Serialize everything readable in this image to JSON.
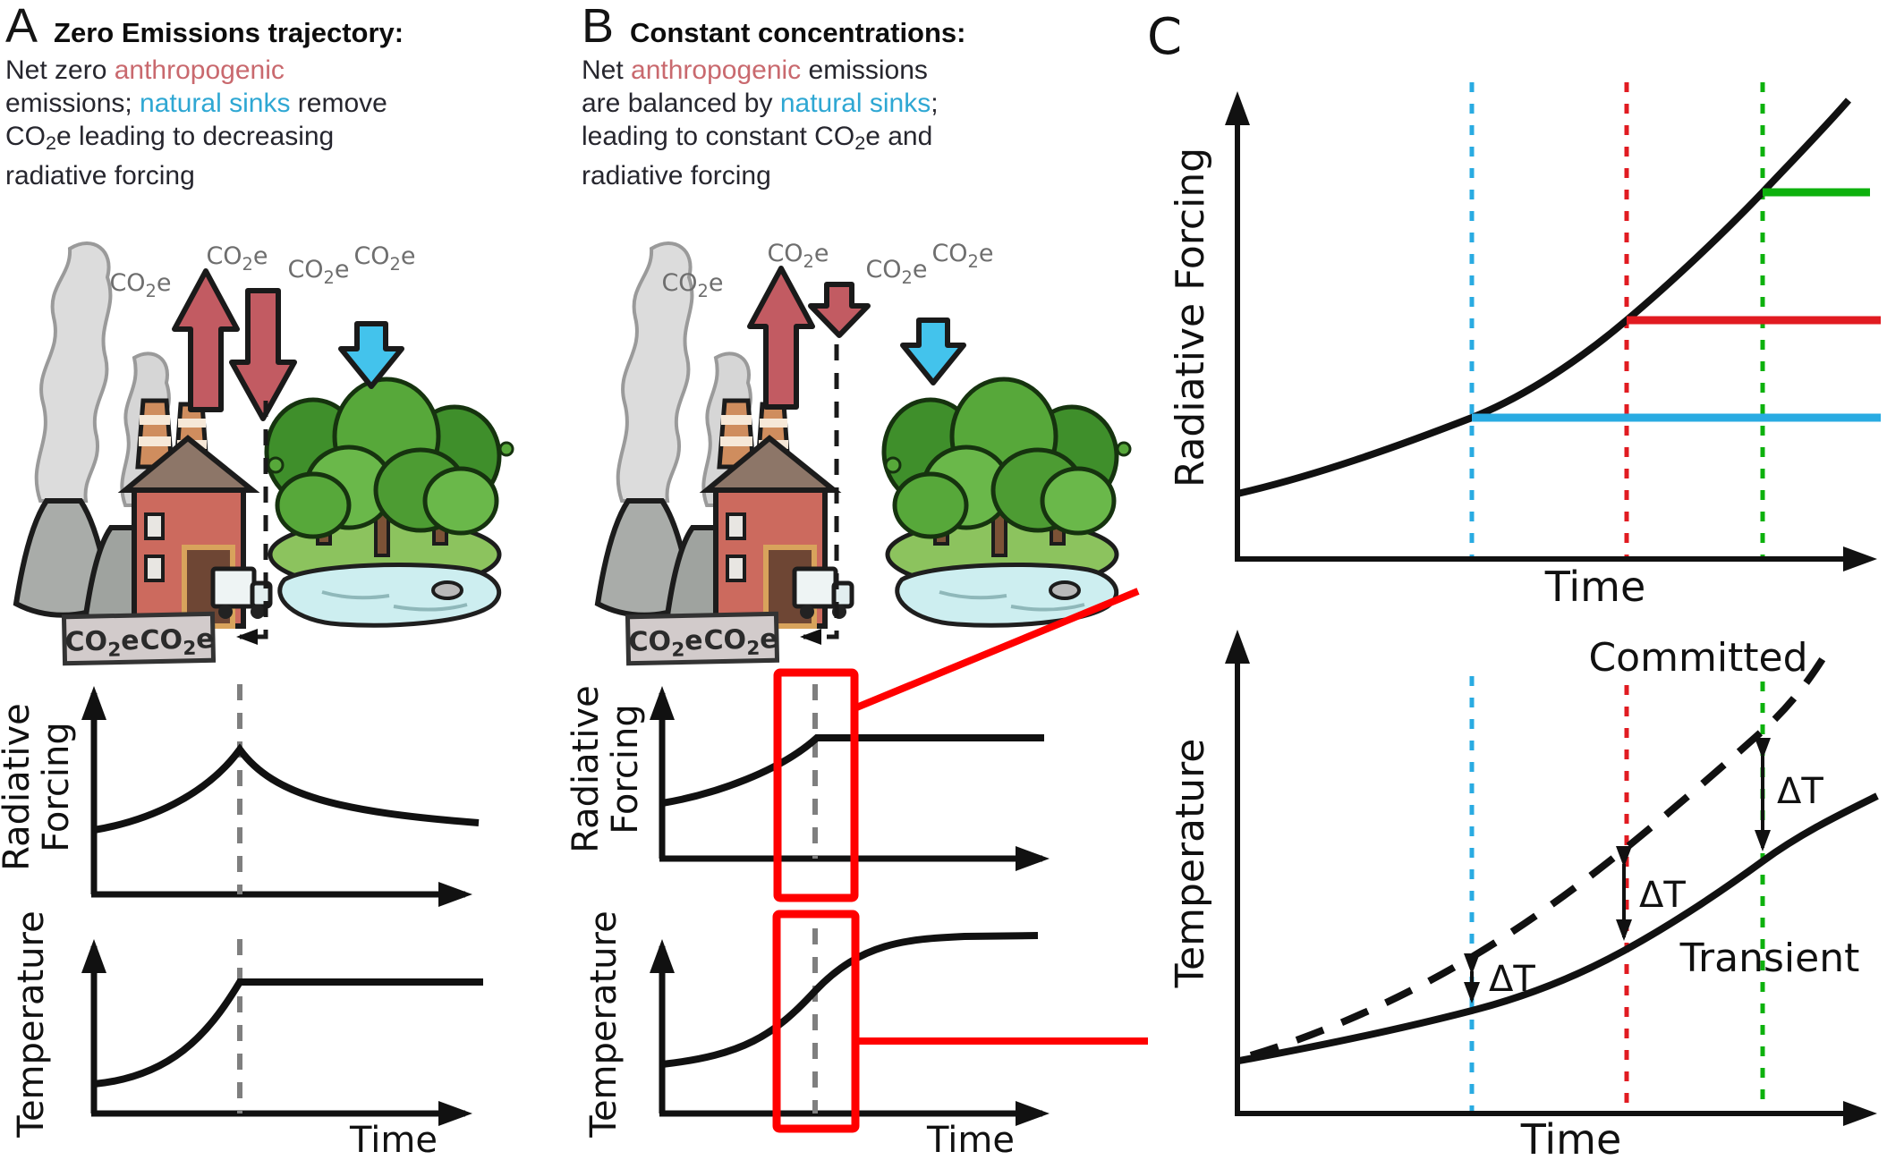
{
  "figure": {
    "panelA": {
      "letter": "A",
      "title": "Zero Emissions trajectory:",
      "body": {
        "l1a": "Net zero ",
        "l1b": "anthropogenic",
        "l2a": "emissions; ",
        "l2b": "natural sinks",
        "l2c": " remove",
        "l3a": "CO",
        "l3sub": "2",
        "l3b": "e leading to decreasing",
        "l4": "radiative forcing"
      }
    },
    "panelB": {
      "letter": "B",
      "title": "Constant concentrations:",
      "body": {
        "l1a": "Net ",
        "l1b": "anthropogenic",
        "l1c": " emissions",
        "l2a": "are balanced by ",
        "l2b": "natural sinks",
        "l2c": ";",
        "l3a": "leading to constant CO",
        "l3sub": "2",
        "l3b": "e and",
        "l4": "radiative forcing"
      }
    },
    "panelC": {
      "letter": "C",
      "committed": "Committed",
      "transient": "Transient",
      "delta_t": "ΔT"
    },
    "labels": {
      "radiative": "Radiative",
      "forcing": "Forcing",
      "radiative_forcing": "Radiative Forcing",
      "temperature": "Temperature",
      "time": "Time"
    },
    "co2e": {
      "a": "CO",
      "b": "2",
      "c": "e"
    },
    "colors": {
      "anthropogenic_text": "#c9696e",
      "natural_sinks_text": "#2ea7d3",
      "blue_marker": "#29abe2",
      "red_marker": "#e11b21",
      "green_marker": "#0db10d",
      "callout_red": "#ff0000",
      "gray_dashed": "#7f7f7f",
      "red_arrow_fill": "#c25b62",
      "blue_arrow_fill": "#43c3ec"
    }
  }
}
